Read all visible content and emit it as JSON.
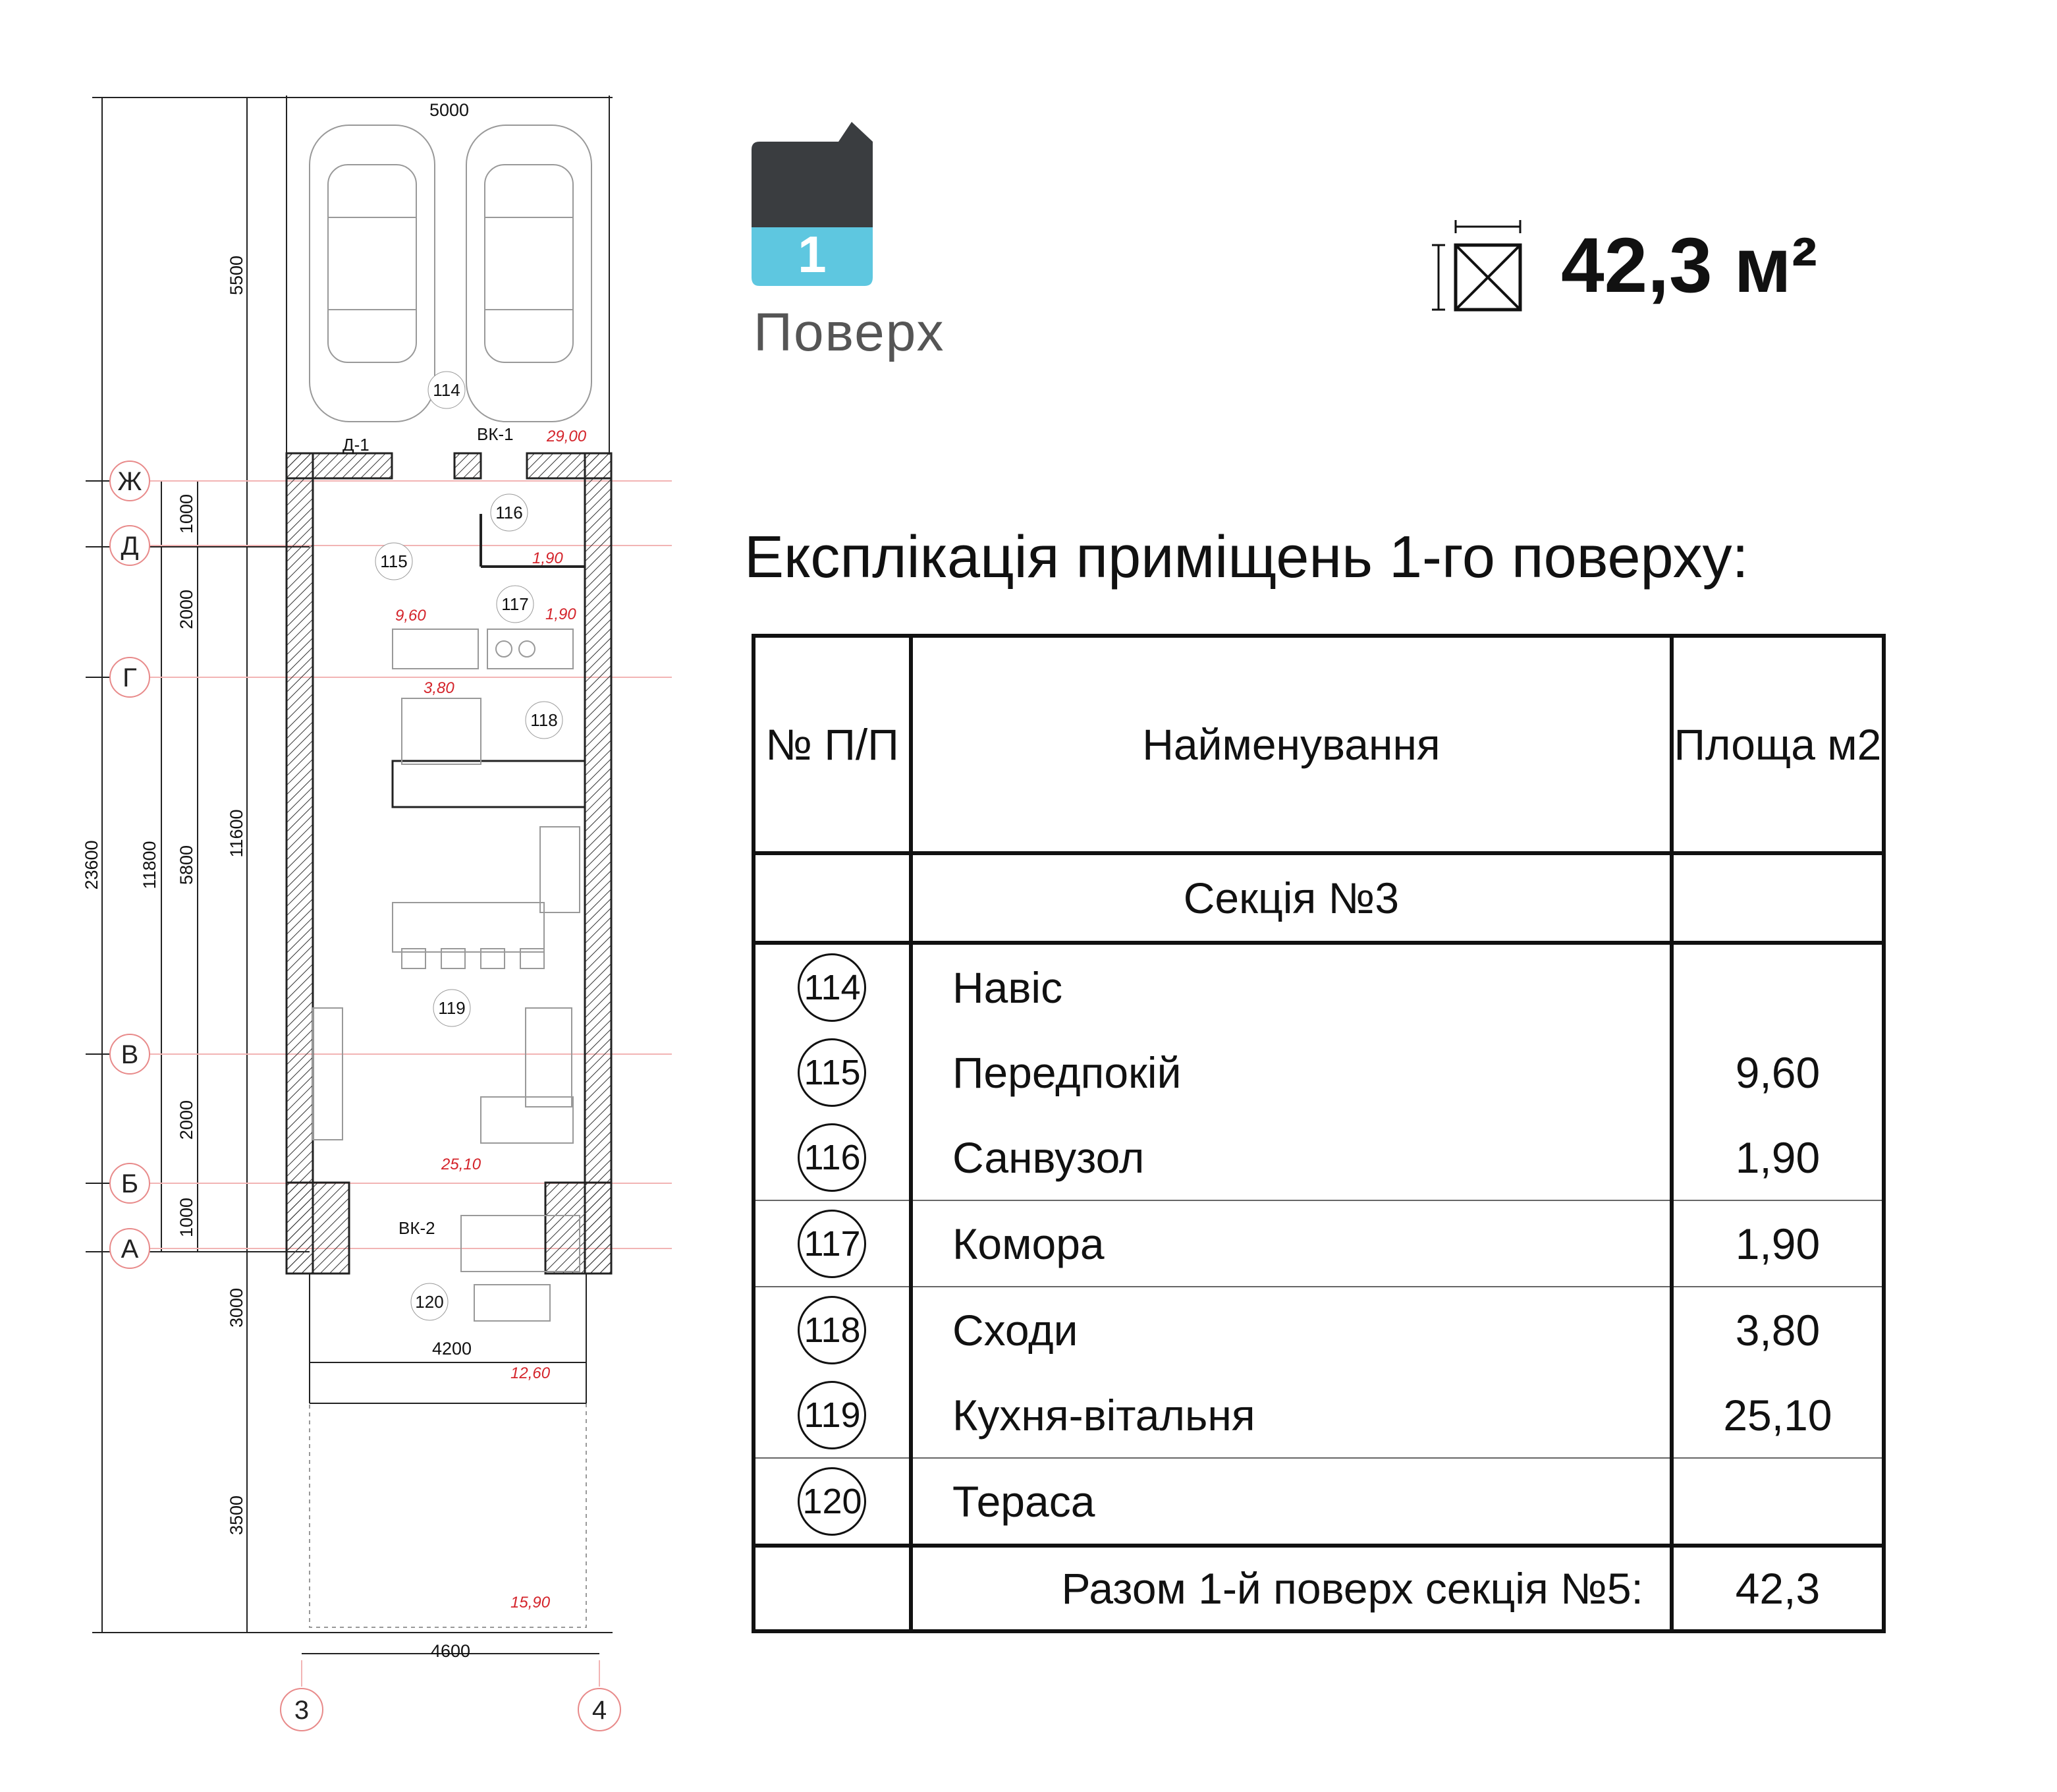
{
  "floor_badge": {
    "number": "1",
    "word": "Поверх",
    "roof_color": "#3a3d40",
    "band_color": "#5ec7e0"
  },
  "area_summary": {
    "value": "42,3 м²",
    "icon": "area-dimension-icon"
  },
  "explication": {
    "title": "Експлікація приміщень 1-го поверху:",
    "headers": {
      "num": "№ П/П",
      "name": "Найменування",
      "area": "Площа м2"
    },
    "section": "Секція №3",
    "rooms": [
      {
        "num": "114",
        "name": "Навіс",
        "area": ""
      },
      {
        "num": "115",
        "name": "Передпокій",
        "area": "9,60"
      },
      {
        "num": "116",
        "name": "Санвузол",
        "area": "1,90"
      },
      {
        "num": "117",
        "name": "Комора",
        "area": "1,90"
      },
      {
        "num": "118",
        "name": "Сходи",
        "area": "3,80"
      },
      {
        "num": "119",
        "name": "Кухня-вітальня",
        "area": "25,10"
      },
      {
        "num": "120",
        "name": "Тераса",
        "area": ""
      }
    ],
    "total_label": "Разом 1-й поверх секція №5:",
    "total_value": "42,3"
  },
  "plan": {
    "dimensions": {
      "top_width": "5000",
      "terrace_width": "4200",
      "bottom_width": "4600",
      "carport_depth": "5500",
      "total_depth": "23600",
      "building_depth": "11800",
      "inner_depth": "11600",
      "mid_depth": "5800",
      "d1": "1000",
      "d2": "2000",
      "d3": "2000",
      "d4": "1000",
      "terrace_depth": "3000",
      "garden_depth": "3500"
    },
    "axes_rows": [
      "Ж",
      "Д",
      "Г",
      "В",
      "Б",
      "А"
    ],
    "axes_cols": [
      "3",
      "4"
    ],
    "doors": {
      "d1": "Д-1",
      "vk1": "ВК-1",
      "vk2": "ВК-2"
    },
    "room_tags": [
      "114",
      "115",
      "116",
      "117",
      "118",
      "119",
      "120"
    ],
    "area_marks": [
      "29,00",
      "9,60",
      "1,90",
      "1,90",
      "3,80",
      "25,10",
      "12,60",
      "15,90"
    ],
    "colors": {
      "wall_hatch": "#333333",
      "area_mark": "#d4242b",
      "axis_circle": "#e88a8a"
    }
  }
}
